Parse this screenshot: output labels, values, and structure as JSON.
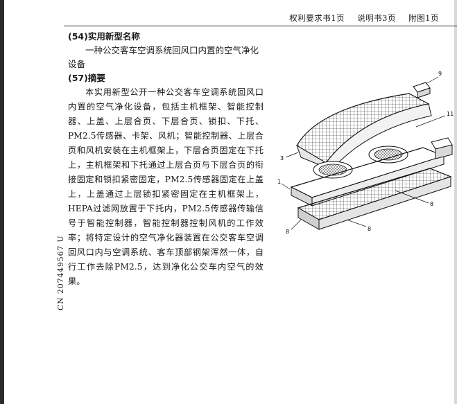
{
  "header": {
    "items": [
      "权利要求书1页",
      "说明书3页",
      "附图1页"
    ]
  },
  "side_code": "CN 207449567 U",
  "utility_model_name": {
    "heading": "(54)实用新型名称",
    "text": "一种公交客车空调系统回风口内置的空气净化设备"
  },
  "abstract": {
    "heading": "(57)摘要",
    "text": "本实用新型公开一种公交客车空调系统回风口内置的空气净化设备，包括主机框架、智能控制器、上盖、上层合页、下层合页、锁扣、下托、PM2.5传感器、卡架、风机；智能控制器、上层合页和风机安装在主机框架上，下层合页固定在下托上，主机框架和下托通过上层合页与下层合页的衔接固定和锁扣紧密固定，PM2.5传感器固定在上盖上，上盖通过上层锁扣紧密固定在主机框架上，HEPA过滤网放置于下托内，PM2.5传感器传输信号于智能控制器，智能控制器控制风机的工作效率；将特定设计的空气净化器装置在公交客车空调回风口内与空调系统、客车顶部钢架浑然一体，自行工作去除PM2.5，达到净化公交车内空气的效果。"
  },
  "figure": {
    "labels": [
      "9",
      "11",
      "3",
      "1",
      "8",
      "8",
      "8"
    ]
  }
}
